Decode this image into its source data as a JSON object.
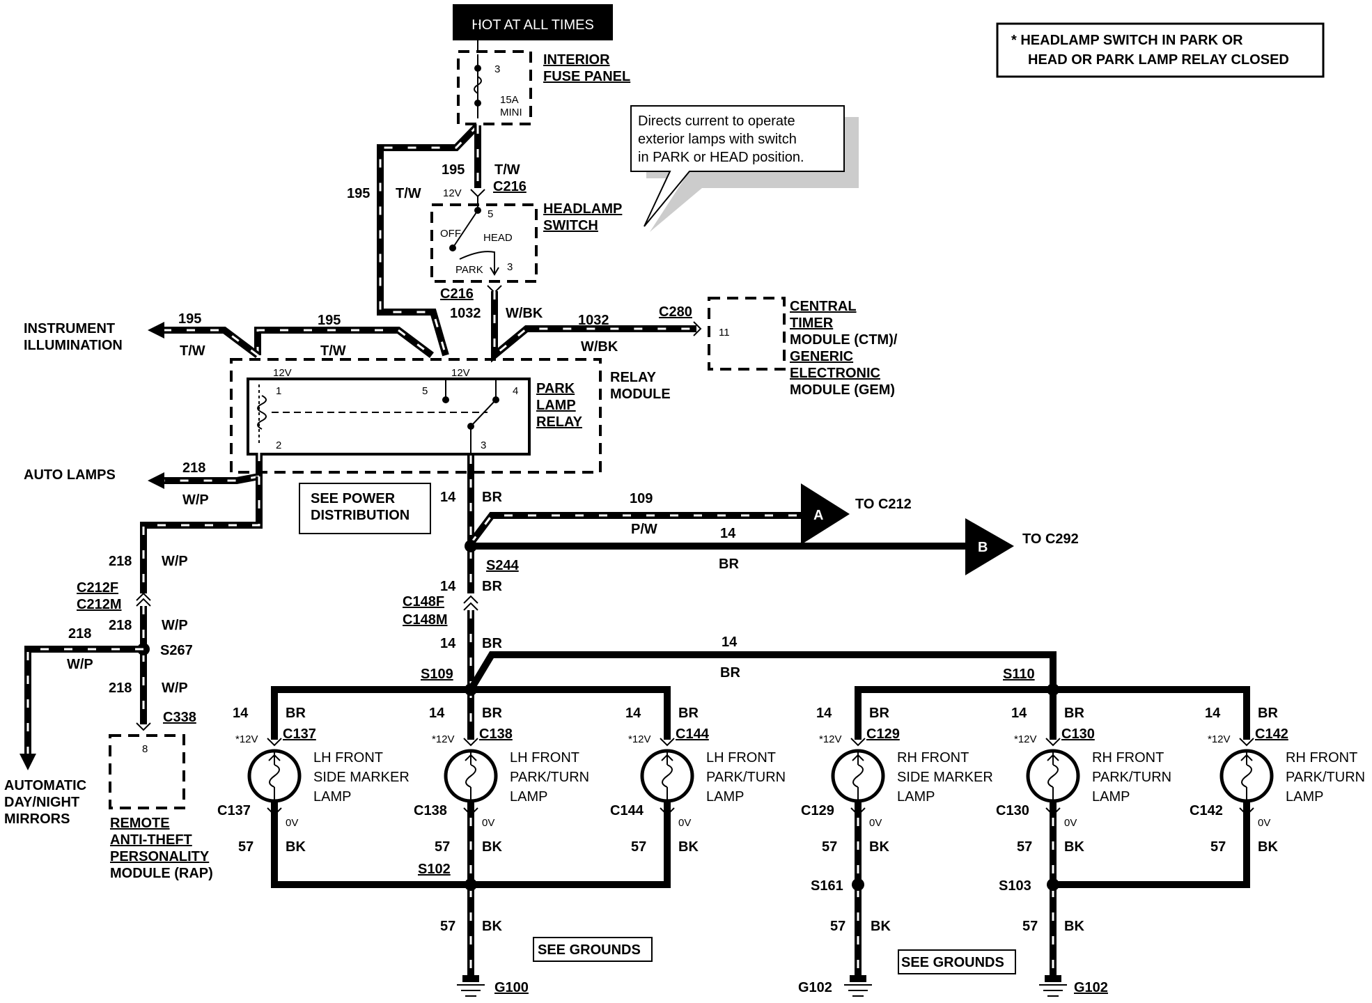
{
  "header": {
    "hot_label": "HOT AT ALL TIMES",
    "note_line1": "* HEADLAMP SWITCH IN PARK OR",
    "note_line2": "HEAD OR PARK LAMP RELAY CLOSED"
  },
  "callout": {
    "line1": "Directs current to operate",
    "line2": "exterior lamps with switch",
    "line3": "in PARK or HEAD position."
  },
  "fuse_panel": {
    "label1": "INTERIOR",
    "label2": "FUSE PANEL",
    "pin": "3",
    "rating1": "15A",
    "rating2": "MINI"
  },
  "headlamp_switch": {
    "label1": "HEADLAMP",
    "label2": "SWITCH",
    "off": "OFF",
    "head": "HEAD",
    "park": "PARK",
    "pin_in": "5",
    "pin_out": "3",
    "volt": "12V",
    "conn_top": "C216",
    "conn_bottom": "C216"
  },
  "wires": {
    "w195": "195",
    "tw": "T/W",
    "w1032": "1032",
    "wbk": "W/BK",
    "w218": "218",
    "wp": "W/P",
    "w14": "14",
    "br": "BR",
    "w109": "109",
    "pw": "P/W",
    "w57": "57",
    "bk": "BK"
  },
  "relay": {
    "module1": "RELAY",
    "module2": "MODULE",
    "relay1": "PARK",
    "relay2": "LAMP",
    "relay3": "RELAY",
    "pin1": "1",
    "pin2": "2",
    "pin3": "3",
    "pin4": "4",
    "pin5": "5",
    "v12a": "12V",
    "v12b": "12V",
    "see_power1": "SEE POWER",
    "see_power2": "DISTRIBUTION"
  },
  "ctm": {
    "conn": "C280",
    "pin": "11",
    "l1": "CENTRAL",
    "l2": "TIMER",
    "l3": "MODULE (CTM)/",
    "l4": "GENERIC",
    "l5": "ELECTRONIC",
    "l6": "MODULE (GEM)"
  },
  "left": {
    "instr1": "INSTRUMENT",
    "instr2": "ILLUMINATION",
    "auto_lamps": "AUTO LAMPS",
    "mirror1": "AUTOMATIC",
    "mirror2": "DAY/NIGHT",
    "mirror3": "MIRRORS",
    "c212f": "C212F",
    "c212m": "C212M",
    "s267": "S267",
    "c338": "C338",
    "rap_pin": "8",
    "rap1": "REMOTE",
    "rap2": "ANTI-THEFT",
    "rap3": "PERSONALITY",
    "rap4": "MODULE (RAP)"
  },
  "splices": {
    "s244": "S244",
    "c148f": "C148F",
    "c148m": "C148M",
    "s109": "S109",
    "s110": "S110",
    "s102": "S102",
    "s161": "S161",
    "s103": "S103",
    "a": "A",
    "b": "B",
    "to_c212": "TO C212",
    "to_c292": "TO C292"
  },
  "lamps": [
    {
      "conn": "C137",
      "l1": "LH FRONT",
      "l2": "SIDE MARKER",
      "l3": "LAMP"
    },
    {
      "conn": "C138",
      "l1": "LH FRONT",
      "l2": "PARK/TURN",
      "l3": "LAMP"
    },
    {
      "conn": "C144",
      "l1": "LH FRONT",
      "l2": "PARK/TURN",
      "l3": "LAMP"
    },
    {
      "conn": "C129",
      "l1": "RH FRONT",
      "l2": "SIDE MARKER",
      "l3": "LAMP"
    },
    {
      "conn": "C130",
      "l1": "RH FRONT",
      "l2": "PARK/TURN",
      "l3": "LAMP"
    },
    {
      "conn": "C142",
      "l1": "RH FRONT",
      "l2": "PARK/TURN",
      "l3": "LAMP"
    }
  ],
  "lamp_common": {
    "v12": "*12V",
    "v0": "0V"
  },
  "grounds": {
    "see": "SEE GROUNDS",
    "g100": "G100",
    "g102a": "G102",
    "g102b": "G102"
  }
}
